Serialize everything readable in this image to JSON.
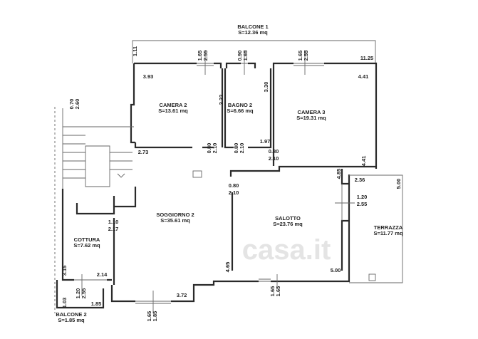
{
  "rooms": [
    {
      "name": "Balcone 1",
      "area": "S=12.36 mq"
    },
    {
      "name": "Camera 2",
      "area": "S=13.61 mq"
    },
    {
      "name": "Bagno 2",
      "area": "S=6.66 mq"
    },
    {
      "name": "Camera 3",
      "area": "S=19.31 mq"
    },
    {
      "name": "Soggiorno 2",
      "area": "S=35.61 mq"
    },
    {
      "name": "Salotto",
      "area": "S=23.76 mq"
    },
    {
      "name": "Terrazza",
      "area": "S=11.77 mq"
    },
    {
      "name": "Cottura",
      "area": "S=7.62 mq"
    },
    {
      "name": "Balcone 2",
      "area": "S=1.85 mq"
    }
  ],
  "dimensions": [
    "1.11",
    "1.65",
    "2.55",
    "0.90",
    "1.65",
    "1.65",
    "2.55",
    "11.25",
    "3.93",
    "4.41",
    "3.32",
    "3.30",
    "1.97",
    "0.80",
    "2.10",
    "0.80",
    "2.10",
    "0.80",
    "2.10",
    "2.73",
    "4.41",
    "0.70",
    "2.60",
    "4.85",
    "2.36",
    "5.00",
    "0.80",
    "2.10",
    "1.20",
    "2.55",
    "1.10",
    "2.17",
    "4.65",
    "5.00",
    "3.15",
    "2.14",
    "1.20",
    "2.55",
    "1.03",
    "1.85",
    "3.72",
    "1.65",
    "1.85",
    "1.65",
    "1.65"
  ],
  "watermark": "casa.it"
}
